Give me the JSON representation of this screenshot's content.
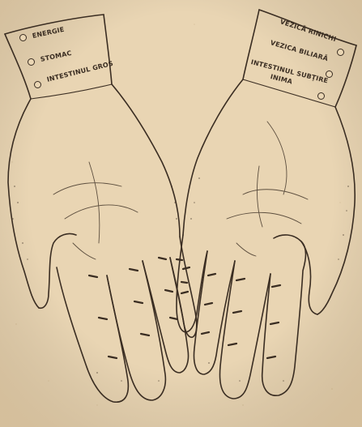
{
  "figure": {
    "left_hand_labels": [
      "ENERGIE",
      "STOMAC",
      "INTESTINUL GROS"
    ],
    "right_hand_labels": [
      "VEZICĂ RINICHI",
      "VEZICA BILIARĂ",
      "INTESTINUL SUBŢIRE",
      "INIMA"
    ]
  },
  "colors": {
    "paper": "#e9d5b3",
    "ink": "#3a2d22"
  }
}
